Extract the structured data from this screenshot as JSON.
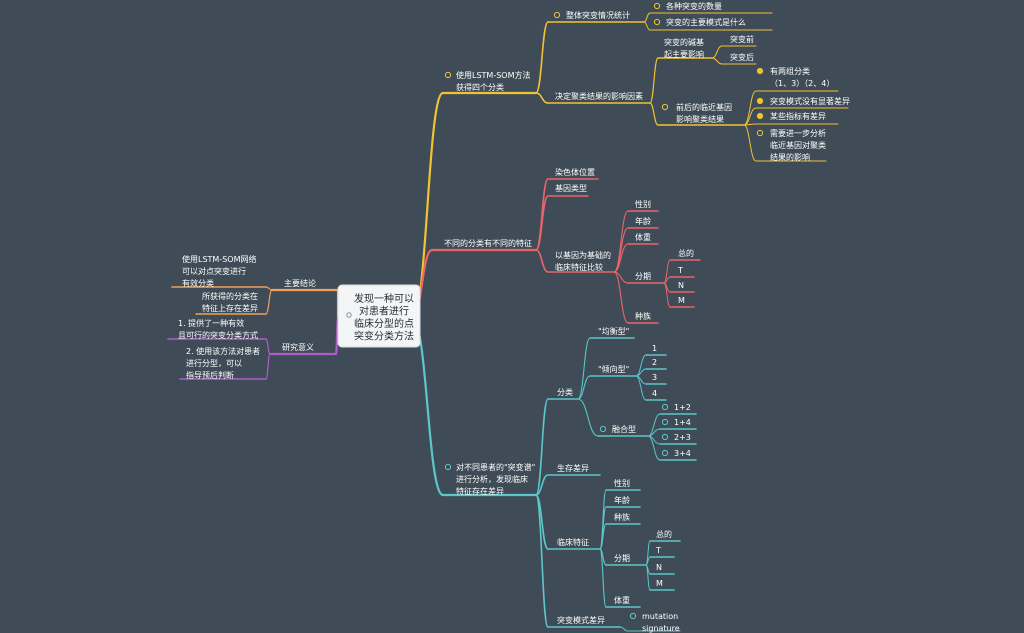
{
  "colors": {
    "background": "#3f4c57",
    "yellow": "#f1c232",
    "red": "#e8656a",
    "teal": "#5cc6c9",
    "orange": "#f0a058",
    "purple": "#b05cc8",
    "root_box": "#f4f5f6"
  },
  "root": {
    "lines": [
      "发现一种可以",
      "对患者进行",
      "临床分型的点",
      "突变分类方法"
    ]
  },
  "branches": {
    "b1": {
      "label": [
        "使用LSTM-SOM方法",
        "获得四个分类"
      ],
      "n1": {
        "label": [
          "整体突变情况统计"
        ],
        "c1": [
          "各种突变的数量"
        ],
        "c2": [
          "突变的主要模式是什么"
        ]
      },
      "n2": {
        "label": [
          "决定聚类结果的影响因素"
        ],
        "g1": {
          "label": [
            "突变的碱基",
            "起主要影响"
          ],
          "c1": [
            "突变前"
          ],
          "c2": [
            "突变后"
          ]
        },
        "g2": {
          "label": [
            "前后的临近基因",
            "影响聚类结果"
          ],
          "c1": [
            "有两组分类",
            "（1、3）（2、4）"
          ],
          "c2": [
            "突变模式没有显著差异"
          ],
          "c3": [
            "某些指标有差异"
          ],
          "c4": [
            "需要进一步分析",
            "临近基因对聚类",
            "结果的影响"
          ]
        }
      }
    },
    "b2": {
      "label": [
        "不同的分类有不同的特征"
      ],
      "c1": [
        "染色体位置"
      ],
      "c2": [
        "基因类型"
      ],
      "c3": {
        "label": [
          "以基因为基础的",
          "临床特征比较"
        ],
        "a": [
          "性别"
        ],
        "b": [
          "年龄"
        ],
        "c": [
          "体重"
        ],
        "d": {
          "label": [
            "分期"
          ],
          "s1": [
            "总的"
          ],
          "s2": [
            "T"
          ],
          "s3": [
            "N"
          ],
          "s4": [
            "M"
          ]
        },
        "e": [
          "种族"
        ]
      }
    },
    "b3": {
      "label": [
        "对不同患者的\"突变谱\"",
        "进行分析，发现临床",
        "特征存在差异"
      ],
      "n1": {
        "label": [
          "分类"
        ],
        "a": [
          "\"均衡型\""
        ],
        "b": {
          "label": [
            "\"倾向型\""
          ],
          "s1": [
            "1"
          ],
          "s2": [
            "2"
          ],
          "s3": [
            "3"
          ],
          "s4": [
            "4"
          ]
        },
        "c": {
          "label": [
            "融合型"
          ],
          "s1": [
            "1+2"
          ],
          "s2": [
            "1+4"
          ],
          "s3": [
            "2+3"
          ],
          "s4": [
            "3+4"
          ]
        }
      },
      "n2": {
        "label": [
          "生存差异"
        ]
      },
      "n3": {
        "label": [
          "临床特征"
        ],
        "a": [
          "性别"
        ],
        "b": [
          "年龄"
        ],
        "c": [
          "种族"
        ],
        "d": {
          "label": [
            "分期"
          ],
          "s1": [
            "总的"
          ],
          "s2": [
            "T"
          ],
          "s3": [
            "N"
          ],
          "s4": [
            "M"
          ]
        },
        "e": [
          "体重"
        ]
      },
      "n4": {
        "label": [
          "突变模式差异"
        ],
        "c1": [
          "mutation",
          "signature"
        ]
      }
    },
    "l1": {
      "label": [
        "主要结论"
      ],
      "c1": [
        "使用LSTM-SOM网络",
        "可以对点突变进行",
        "有效分类"
      ],
      "c2": [
        "所获得的分类在",
        "特征上存在差异"
      ]
    },
    "l2": {
      "label": [
        "研究意义"
      ],
      "c1": [
        "1. 提供了一种有效",
        "且可行的突变分类方式"
      ],
      "c2": [
        "2. 使用该方法对患者",
        "进行分型，可以",
        "指导预后判断"
      ]
    }
  }
}
